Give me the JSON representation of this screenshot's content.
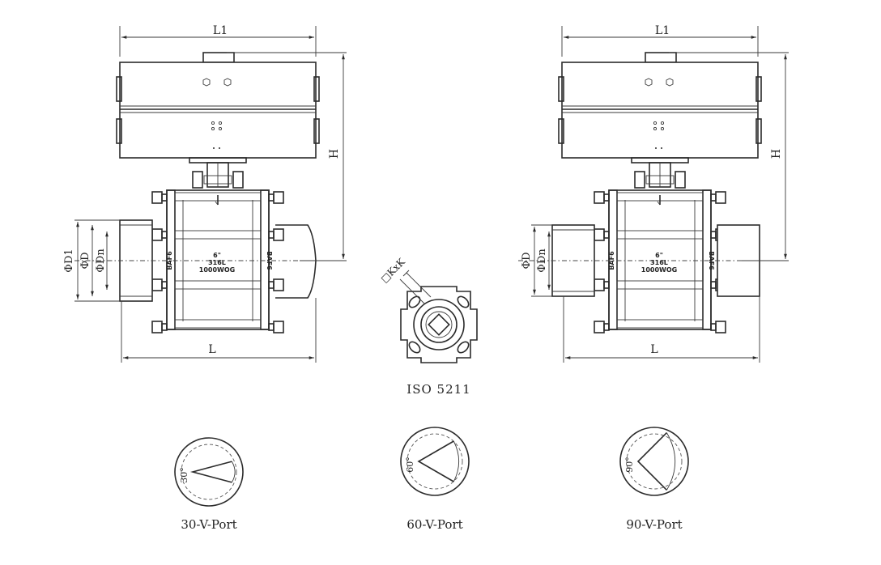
{
  "colors": {
    "line": "#2b2b2b",
    "background": "#ffffff"
  },
  "views": {
    "left": {
      "top_dim": "L1",
      "height_dim": "H",
      "bottom_dim": "L",
      "dia_labels": [
        "ΦD1",
        "ΦD",
        "ΦDn"
      ],
      "body_mark": [
        "6\"",
        "316L",
        "1000WOG"
      ],
      "flange_mark_left": "BAF6",
      "flange_mark_right": "BAF6"
    },
    "right": {
      "top_dim": "L1",
      "height_dim": "H",
      "bottom_dim": "L",
      "dia_labels": [
        "ΦD",
        "ΦDn"
      ],
      "body_mark": [
        "6\"",
        "316L",
        "1000WOG"
      ],
      "flange_mark_left": "BAF6",
      "flange_mark_right": "BAF6"
    }
  },
  "iso": {
    "caption": "ISO 5211",
    "key_label": "□KxK"
  },
  "ports": [
    {
      "angle": "30°",
      "caption": "30-V-Port",
      "angle_deg": 30
    },
    {
      "angle": "60°",
      "caption": "60-V-Port",
      "angle_deg": 60
    },
    {
      "angle": "90°",
      "caption": "90-V-Port",
      "angle_deg": 90
    }
  ]
}
